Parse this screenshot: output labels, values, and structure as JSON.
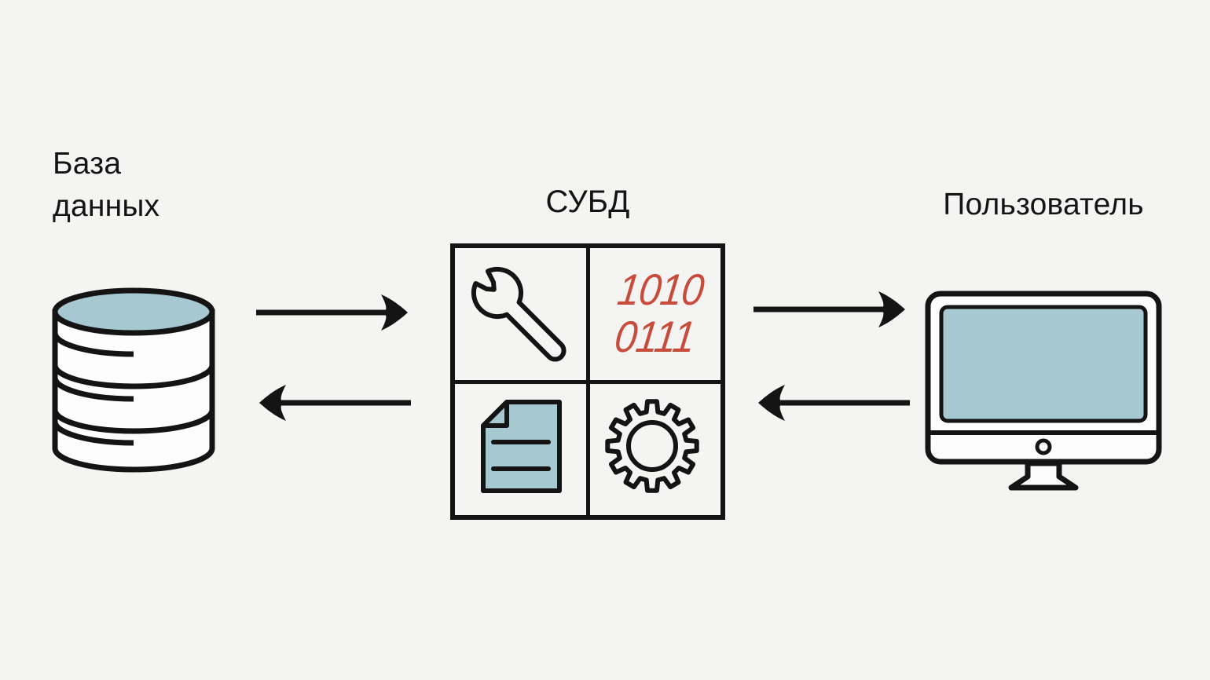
{
  "colors": {
    "background": "#f4f4f2",
    "ink": "#141414",
    "teal": "#a6c9d1",
    "red": "#c74c3c",
    "shape_fill": "#fdfdfd"
  },
  "nodes": {
    "database": {
      "label_lines": [
        "База",
        "данных"
      ],
      "icon": "database-cylinder-icon"
    },
    "dbms": {
      "label": "СУБД",
      "binary_lines": [
        "1010",
        "0111"
      ],
      "quadrant_icons": [
        "wrench-icon",
        "binary-code-text",
        "document-icon",
        "gear-icon"
      ]
    },
    "user": {
      "label": "Пользователь",
      "icon": "computer-monitor-icon"
    }
  },
  "arrows": [
    {
      "name": "arrow-database-to-dbms",
      "direction": "right"
    },
    {
      "name": "arrow-dbms-to-database",
      "direction": "left"
    },
    {
      "name": "arrow-dbms-to-user",
      "direction": "right"
    },
    {
      "name": "arrow-user-to-dbms",
      "direction": "left"
    }
  ]
}
